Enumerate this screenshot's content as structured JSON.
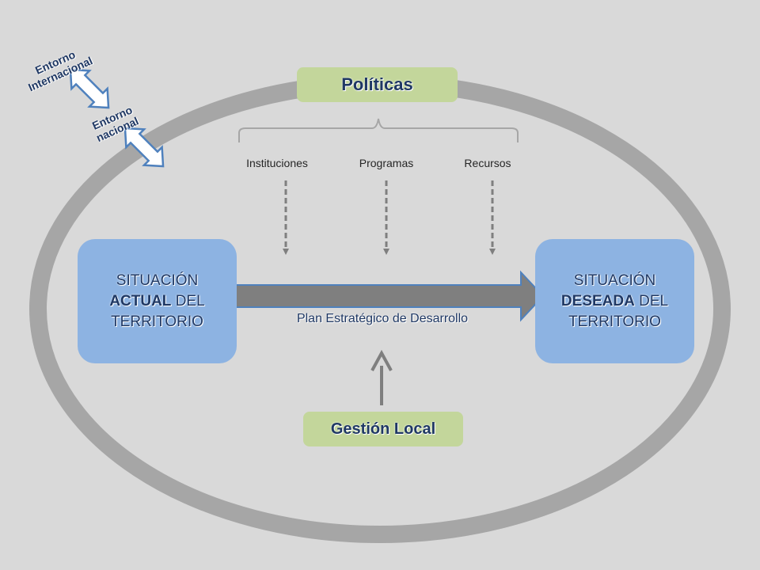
{
  "diagram": {
    "politicas": "Políticas",
    "branches": [
      "Instituciones",
      "Programas",
      "Recursos"
    ],
    "actual": {
      "line1": "SITUACIÓN",
      "bold": "ACTUAL",
      "rest": " DEL",
      "line3": "TERRITORIO"
    },
    "deseada": {
      "line1": "SITUACIÓN",
      "bold": "DESEADA",
      "rest": " DEL",
      "line3": "TERRITORIO"
    },
    "plan": "Plan Estratégico de Desarrollo",
    "gestion": "Gestión Local",
    "entorno_internacional": {
      "line1": "Entorno",
      "line2": "Internacional"
    },
    "entorno_nacional": {
      "line1": "Entorno",
      "line2": "nacional"
    }
  },
  "colors": {
    "background": "#d9d9d9",
    "ellipse": "#a6a6a6",
    "pill_green": "#c3d69b",
    "box_blue": "#8db3e2",
    "arrow_grey": "#7f7f7f",
    "text_navy": "#1f3864"
  }
}
